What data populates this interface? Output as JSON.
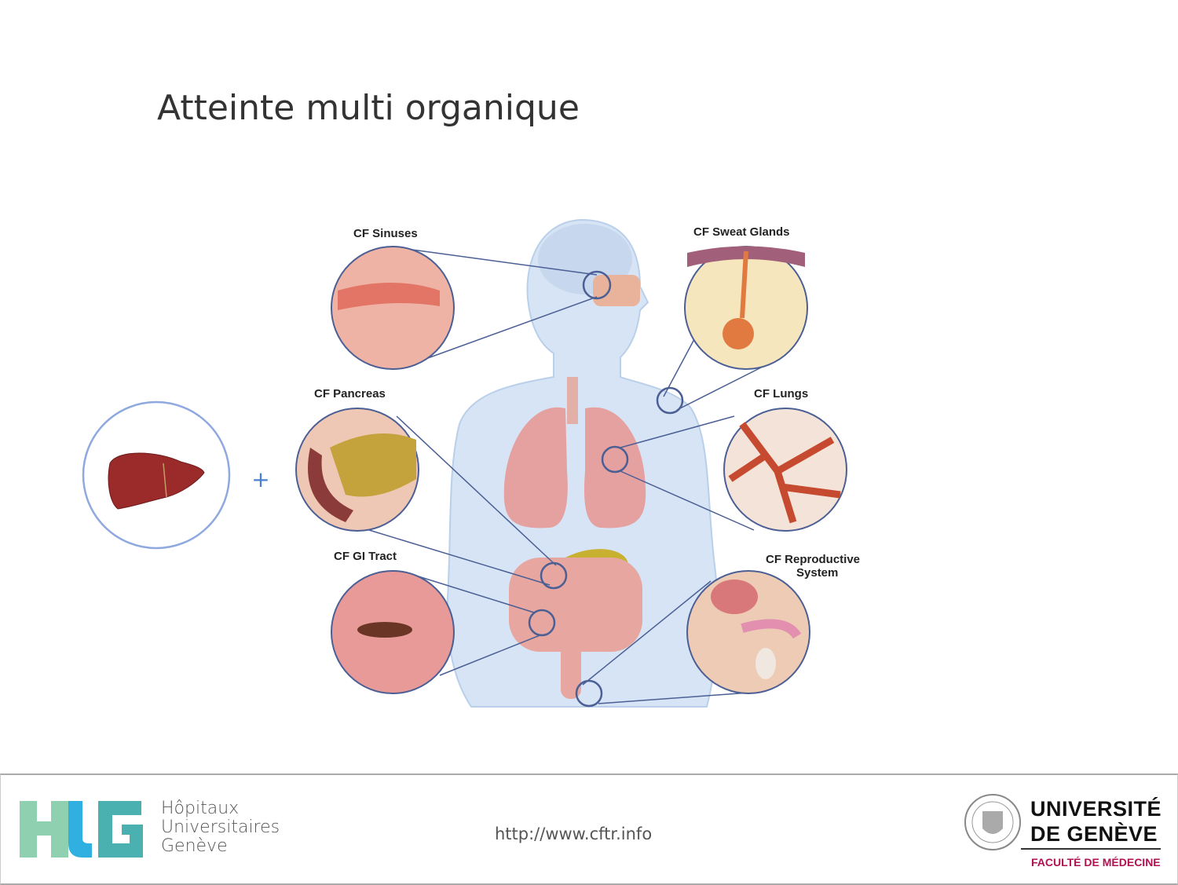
{
  "slide": {
    "title": "Atteinte multi organique",
    "plus_sign": "+",
    "accent_color": "#4a7fd4"
  },
  "diagram": {
    "labels": {
      "sinuses": "CF Sinuses",
      "sweat_glands": "CF Sweat Glands",
      "pancreas": "CF Pancreas",
      "lungs": "CF Lungs",
      "gi_tract": "CF GI Tract",
      "reproductive_line1": "CF Reproductive",
      "reproductive_line2": "System"
    },
    "extra_organ": "liver-icon"
  },
  "footer": {
    "hug_logo": "HUG",
    "hug_line1": "Hôpitaux",
    "hug_line2": "Universitaires",
    "hug_line3": "Genève",
    "url": "http://www.cftr.info",
    "unige_line1": "UNIVERSITÉ",
    "unige_line2": "DE GENÈVE",
    "faculty": "FACULTÉ DE MÉDECINE"
  }
}
